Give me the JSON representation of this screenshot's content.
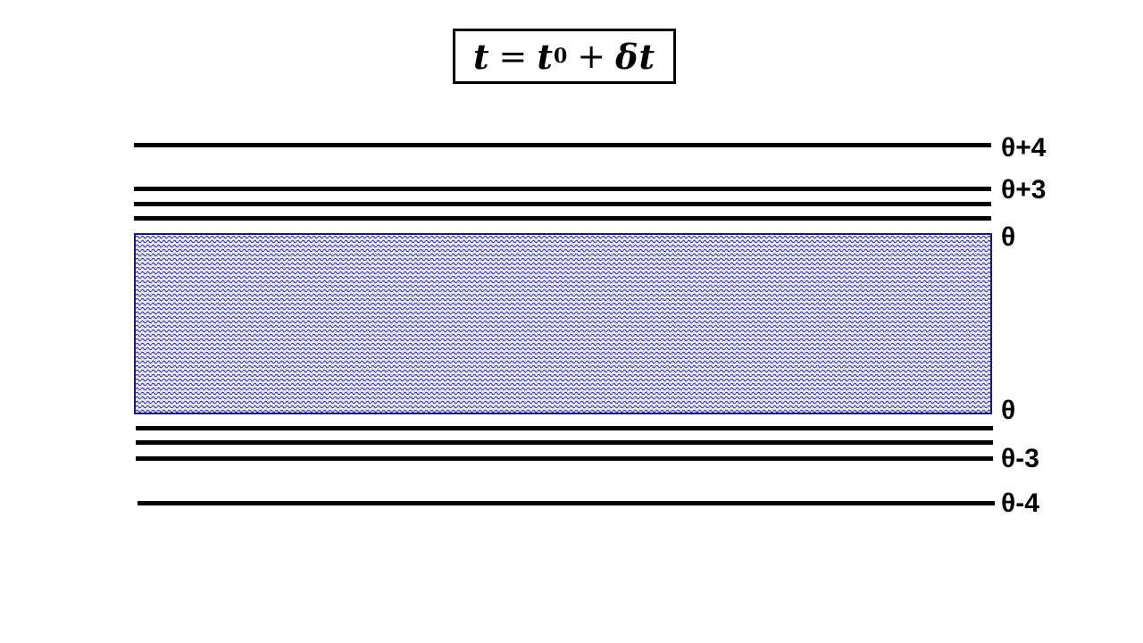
{
  "equation": {
    "lhs": "t",
    "equals": "=",
    "term1": "t",
    "term1_subscript": "0",
    "plus": "+",
    "term2": "δt"
  },
  "band": {
    "fill_color": "#1a1aa0",
    "pattern": "wavy-hatch"
  },
  "labels": {
    "theta_plus_4": "θ+4",
    "theta_plus_3": "θ+3",
    "theta_upper": "θ",
    "theta_lower": "θ",
    "theta_minus_3": "θ-3",
    "theta_minus_4": "θ-4"
  }
}
